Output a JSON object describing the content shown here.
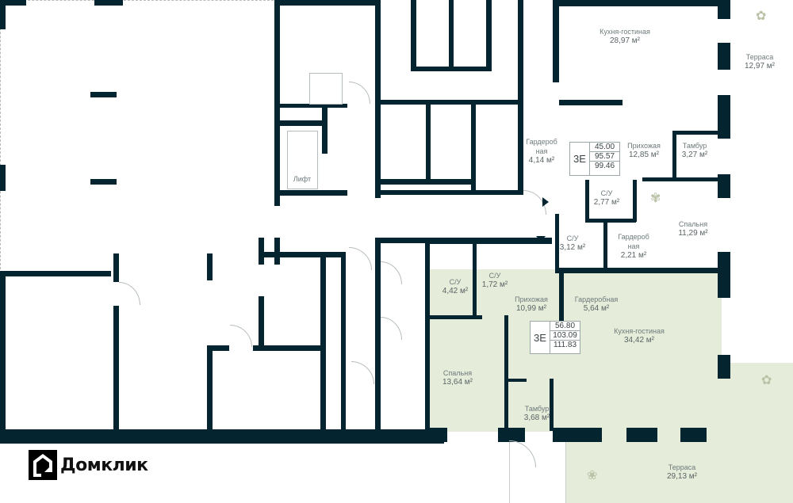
{
  "brand": {
    "logo_text": "Домклик",
    "icon": "domclick-house-icon"
  },
  "colors": {
    "wall": "#04252f",
    "apartment_fill": "#e5ecd9",
    "label_text": "#6e7a7c",
    "background": "#ffffff"
  },
  "units": [
    {
      "id": "upper",
      "badge": {
        "type": "3E",
        "living_area": "45.00",
        "total_area": "95.57",
        "total_with_terrace": "99.46"
      },
      "rooms": [
        {
          "name": "Кухня-гостиная",
          "area": "28,97 м²"
        },
        {
          "name": "Терраса",
          "area": "12,97 м²"
        },
        {
          "name": "Гардероб\nная",
          "area": "4,14 м²"
        },
        {
          "name": "Прихожая",
          "area": "12,85 м²"
        },
        {
          "name": "Тамбур",
          "area": "3,27 м²"
        },
        {
          "name": "С/У",
          "area": "2,77 м²"
        },
        {
          "name": "С/У",
          "area": "3,12 м²"
        },
        {
          "name": "Гардероб\nная",
          "area": "2,21 м²"
        },
        {
          "name": "Спальня",
          "area": "11,29 м²"
        }
      ]
    },
    {
      "id": "lower",
      "badge": {
        "type": "3E",
        "living_area": "56.80",
        "total_area": "103.09",
        "total_with_terrace": "111.83"
      },
      "rooms": [
        {
          "name": "С/У",
          "area": "4,42 м²"
        },
        {
          "name": "С/У",
          "area": "1,72 м²"
        },
        {
          "name": "Прихожая",
          "area": "10,99 м²"
        },
        {
          "name": "Гардеробная",
          "area": "5,64 м²"
        },
        {
          "name": "Кухня-гостиная",
          "area": "34,42 м²"
        },
        {
          "name": "Спальня",
          "area": "13,64 м²"
        },
        {
          "name": "Тамбур",
          "area": "3,68 м²"
        },
        {
          "name": "Терраса",
          "area": "29,13 м²"
        }
      ]
    }
  ],
  "common": {
    "elevator_label": "Лифт"
  }
}
